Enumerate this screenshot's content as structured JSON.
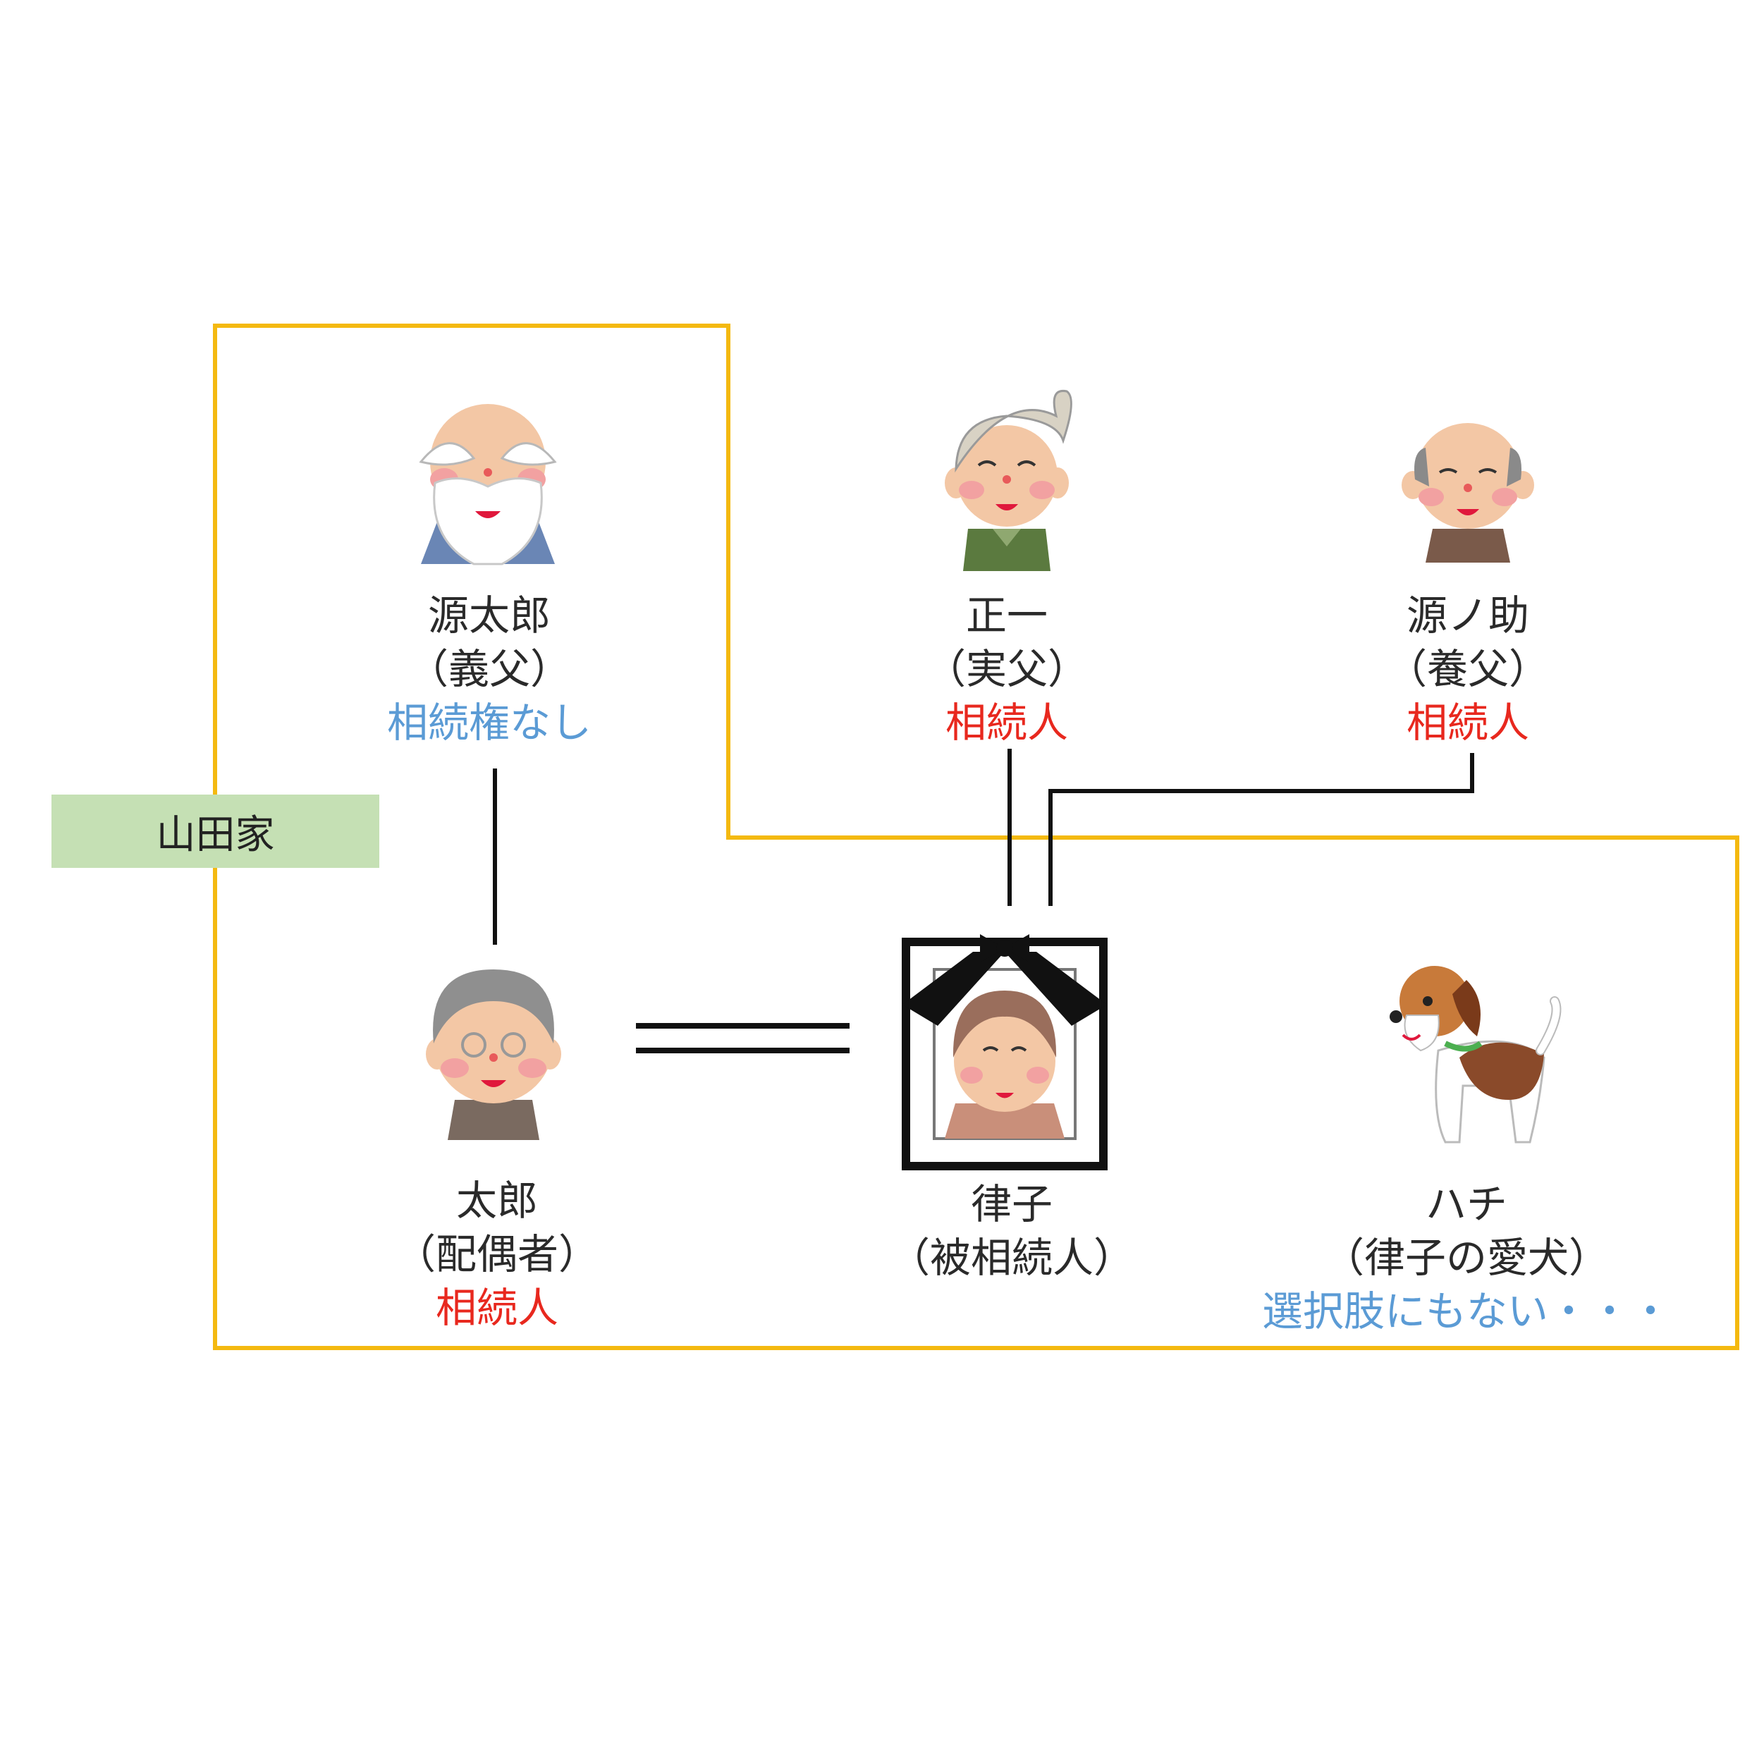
{
  "colors": {
    "household_border": "#f4b910",
    "family_tag_bg": "#c5e0b4",
    "heir": "#e8281e",
    "non_heir": "#5b9bd5"
  },
  "household_tag": "山田家",
  "people": {
    "father_in_law": {
      "name": "源太郎",
      "relation": "（義父）",
      "status": "相続権なし",
      "status_type": "non_heir"
    },
    "biological_father": {
      "name": "正一",
      "relation": "（実父）",
      "status": "相続人",
      "status_type": "heir"
    },
    "adoptive_father": {
      "name": "源ノ助",
      "relation": "（養父）",
      "status": "相続人",
      "status_type": "heir"
    },
    "spouse": {
      "name": "太郎",
      "relation": "（配偶者）",
      "status": "相続人",
      "status_type": "heir"
    },
    "decedent": {
      "name": "律子",
      "relation": "（被相続人）"
    },
    "dog": {
      "name": "ハチ",
      "relation": "（律子の愛犬）",
      "status": "選択肢にもない・・・",
      "status_type": "non_heir"
    }
  },
  "icons": {
    "father_in_law": "bearded-elder-icon",
    "biological_father": "elder-with-cap-icon",
    "adoptive_father": "bald-elder-icon",
    "spouse": "grandfather-with-glasses-icon",
    "decedent": "memorial-portrait-icon",
    "dog": "beagle-dog-icon"
  }
}
